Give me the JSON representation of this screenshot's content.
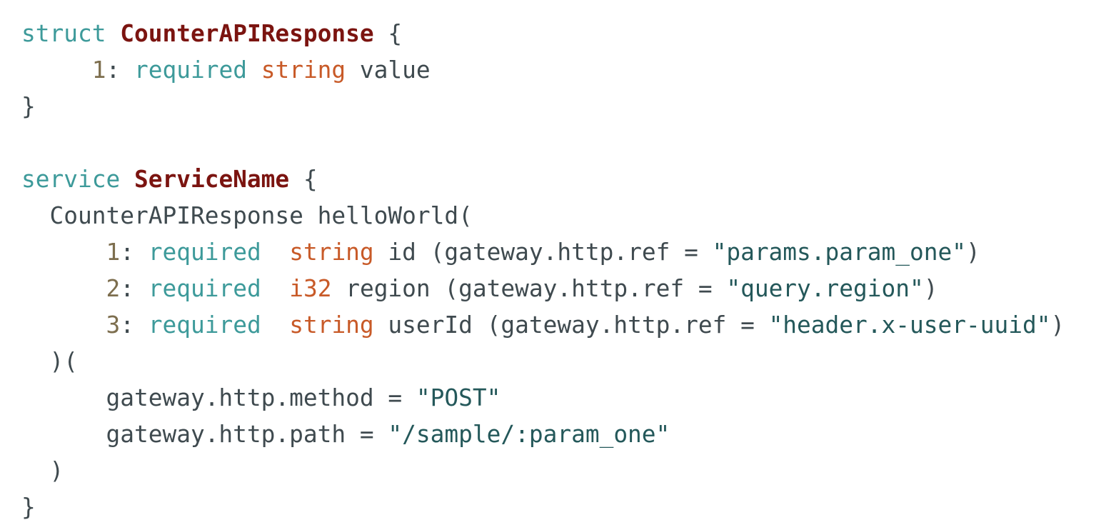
{
  "code": {
    "language": "thrift",
    "lines": [
      [
        {
          "t": "struct",
          "c": "kw"
        },
        {
          "t": " ",
          "c": "plain"
        },
        {
          "t": "CounterAPIResponse",
          "c": "name"
        },
        {
          "t": " {",
          "c": "plain"
        }
      ],
      [
        {
          "t": "     ",
          "c": "plain"
        },
        {
          "t": "1",
          "c": "num"
        },
        {
          "t": ": ",
          "c": "plain"
        },
        {
          "t": "required",
          "c": "kw"
        },
        {
          "t": " ",
          "c": "plain"
        },
        {
          "t": "string",
          "c": "type"
        },
        {
          "t": " value",
          "c": "plain"
        }
      ],
      [
        {
          "t": "}",
          "c": "plain"
        }
      ],
      [],
      [
        {
          "t": "service",
          "c": "kw"
        },
        {
          "t": " ",
          "c": "plain"
        },
        {
          "t": "ServiceName",
          "c": "name"
        },
        {
          "t": " {",
          "c": "plain"
        }
      ],
      [
        {
          "t": "  CounterAPIResponse helloWorld(",
          "c": "plain"
        }
      ],
      [
        {
          "t": "      ",
          "c": "plain"
        },
        {
          "t": "1",
          "c": "num"
        },
        {
          "t": ": ",
          "c": "plain"
        },
        {
          "t": "required",
          "c": "kw"
        },
        {
          "t": "  ",
          "c": "plain"
        },
        {
          "t": "string",
          "c": "type"
        },
        {
          "t": " id (gateway.http.ref = ",
          "c": "plain"
        },
        {
          "t": "\"params.param_one\"",
          "c": "str"
        },
        {
          "t": ")",
          "c": "plain"
        }
      ],
      [
        {
          "t": "      ",
          "c": "plain"
        },
        {
          "t": "2",
          "c": "num"
        },
        {
          "t": ": ",
          "c": "plain"
        },
        {
          "t": "required",
          "c": "kw"
        },
        {
          "t": "  ",
          "c": "plain"
        },
        {
          "t": "i32",
          "c": "type"
        },
        {
          "t": " region (gateway.http.ref = ",
          "c": "plain"
        },
        {
          "t": "\"query.region\"",
          "c": "str"
        },
        {
          "t": ")",
          "c": "plain"
        }
      ],
      [
        {
          "t": "      ",
          "c": "plain"
        },
        {
          "t": "3",
          "c": "num"
        },
        {
          "t": ": ",
          "c": "plain"
        },
        {
          "t": "required",
          "c": "kw"
        },
        {
          "t": "  ",
          "c": "plain"
        },
        {
          "t": "string",
          "c": "type"
        },
        {
          "t": " userId (gateway.http.ref = ",
          "c": "plain"
        },
        {
          "t": "\"header.x-user-uuid\"",
          "c": "str"
        },
        {
          "t": ")",
          "c": "plain"
        }
      ],
      [
        {
          "t": "  )(",
          "c": "plain"
        }
      ],
      [
        {
          "t": "      gateway.http.method = ",
          "c": "plain"
        },
        {
          "t": "\"POST\"",
          "c": "str"
        }
      ],
      [
        {
          "t": "      gateway.http.path = ",
          "c": "plain"
        },
        {
          "t": "\"/sample/:param_one\"",
          "c": "str"
        }
      ],
      [
        {
          "t": "  )",
          "c": "plain"
        }
      ],
      [
        {
          "t": "}",
          "c": "plain"
        }
      ]
    ]
  }
}
